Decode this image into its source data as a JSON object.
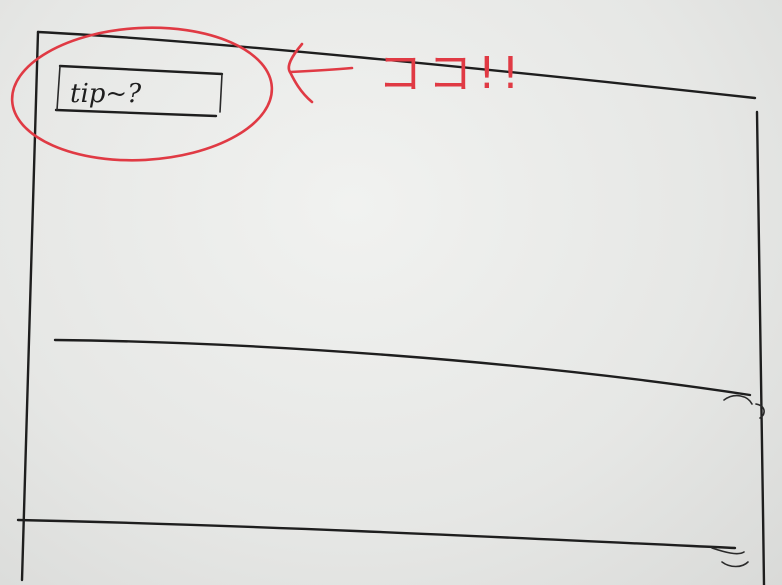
{
  "sketch": {
    "tip_label": "tip~?",
    "annotation_text": "ココ!!",
    "ink_color": "#1e1e1e",
    "annotation_color": "#e03a44",
    "arrow_direction": "left"
  }
}
